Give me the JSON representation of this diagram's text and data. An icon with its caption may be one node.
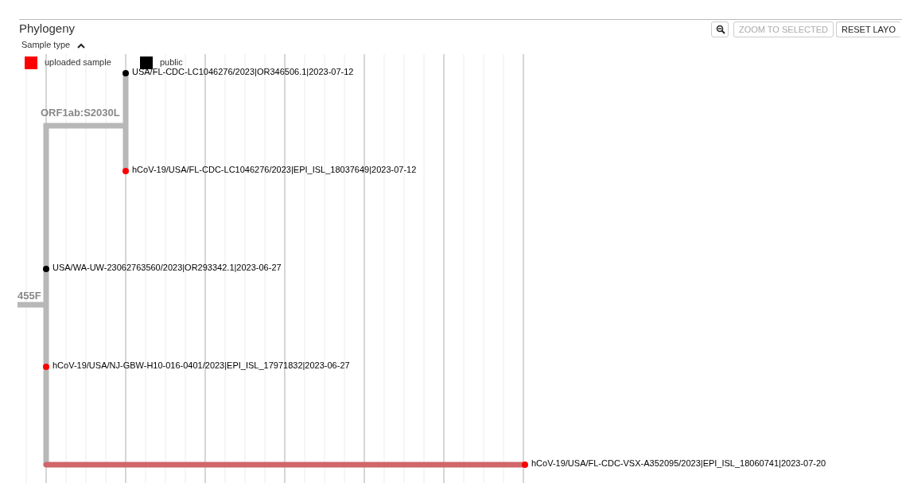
{
  "diagram": {
    "title": "Phylogeny",
    "labels": [
      "ZOOM TO SELECTED",
      "RESET LAYO",
      "Sample type",
      "ORF1ab:S2030L",
      "455F",
      "USA/FL-CDC-LC1046276/2023|OR346506.1|2023-07-12",
      "hCoV-19/USA/FL-CDC-LC1046276/2023|EPI_ISL_18037649|2023-07-12",
      "USA/WA-UW-23062763560/2023|OR293342.1|2023-06-27",
      "hCoV-19/USA/NJ-GBW-H10-016-0401/2023|EPI_ISL_17971832|2023-06-27",
      "hCoV-19/USA/FL-CDC-VSX-A352095/2023|EPI_ISL_18060741|2023-07-20"
    ],
    "legend": [
      {
        "text": "uploaded sample",
        "color": "#ff0000"
      },
      {
        "text": "public",
        "color": "#000000"
      }
    ]
  }
}
